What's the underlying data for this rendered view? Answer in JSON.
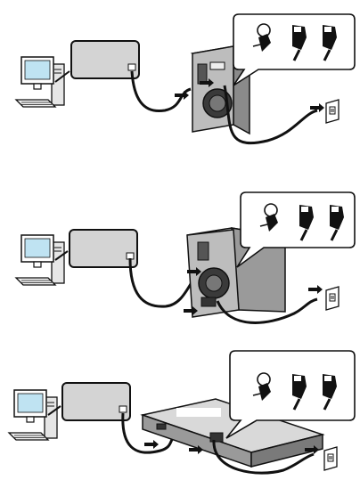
{
  "diagram": {
    "panels": [
      {
        "id": "panel-tower-a",
        "device": "nas-tower",
        "parts": [
          "computer",
          "network-hub",
          "nas-unit",
          "power-cord",
          "wall-outlet",
          "cable-callout"
        ]
      },
      {
        "id": "panel-tower-b",
        "device": "nas-tower",
        "parts": [
          "computer",
          "network-hub",
          "nas-unit",
          "power-cord",
          "wall-outlet",
          "cable-callout"
        ]
      },
      {
        "id": "panel-rackmount",
        "device": "nas-rackmount",
        "parts": [
          "computer",
          "network-hub",
          "nas-unit",
          "power-cord",
          "wall-outlet",
          "cable-callout"
        ]
      }
    ],
    "icons": [
      "computer-icon",
      "hub-icon",
      "nas-icon",
      "power-plug-icon",
      "wall-outlet-icon",
      "arrow-icon",
      "callout-bubble-icon"
    ],
    "colors": {
      "line": "#111111",
      "hub_fill": "#d4d4d4",
      "nas_body": "#bdbdbd",
      "nas_side": "#8a8a8a",
      "monitor_screen": "#bfe3f2",
      "background": "#ffffff"
    }
  }
}
